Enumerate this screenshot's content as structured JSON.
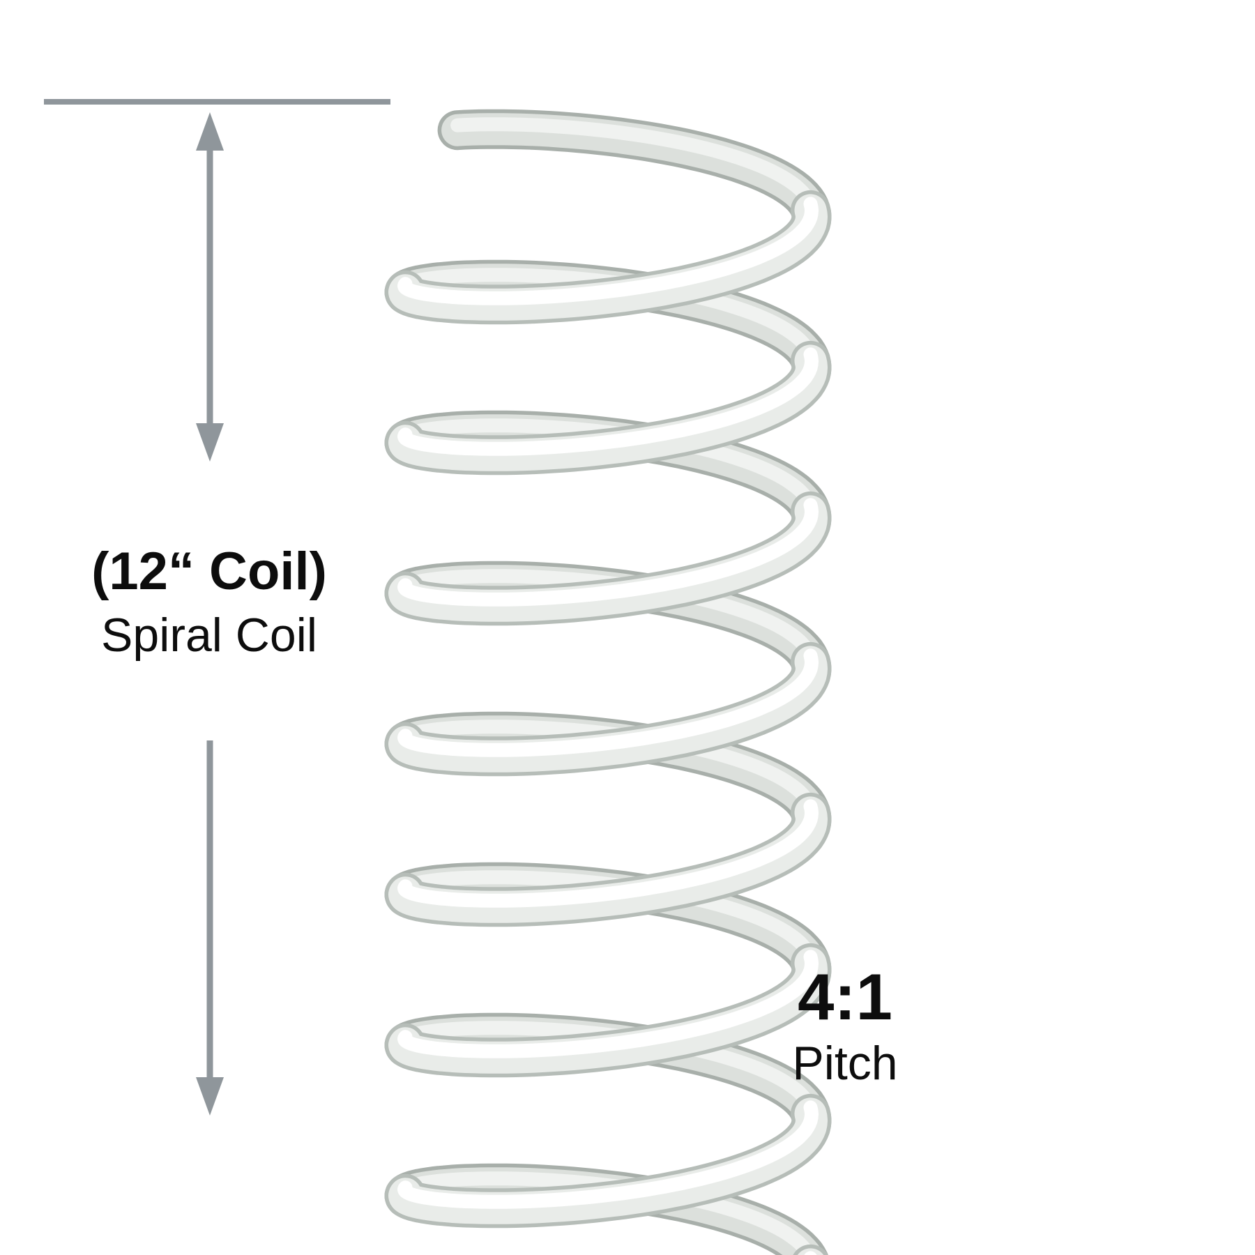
{
  "labels": {
    "coil_size": "(12“ Coil)",
    "coil_type": "Spiral Coil",
    "pitch_value": "4:1",
    "pitch_label": "Pitch"
  },
  "colors": {
    "background": "#ffffff",
    "arrow": "#8f969b",
    "text": "#0d0d0d",
    "coil_edge_front": "#b6bdb8",
    "coil_body_front": "#e9ece9",
    "coil_highlight_front": "#ffffff",
    "coil_edge_back": "#a8afaa",
    "coil_body_back": "#dce0dc",
    "coil_highlight_back": "#f0f2f0"
  }
}
